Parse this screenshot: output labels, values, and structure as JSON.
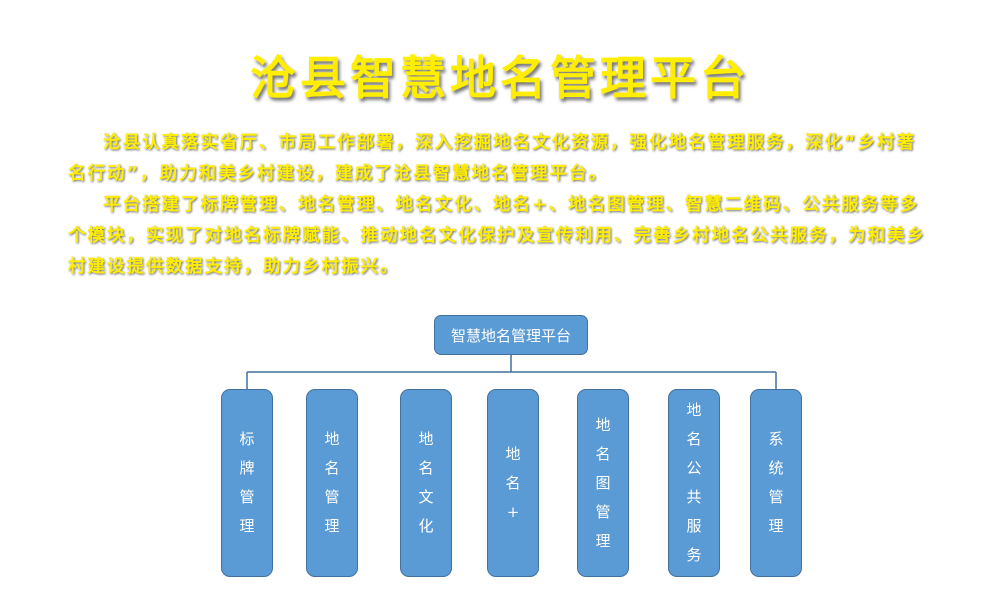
{
  "title": "沧县智慧地名管理平台",
  "intro": {
    "paragraph1": "沧县认真落实省厅、市局工作部署，深入挖掘地名文化资源，强化地名管理服务，深化“乡村著名行动”，助力和美乡村建设，建成了沧县智慧地名管理平台。",
    "paragraph2": "平台搭建了标牌管理、地名管理、地名文化、地名+、地名图管理、智慧二维码、公共服务等多个模块，实现了对地名标牌赋能、推动地名文化保护及宣传利用、完善乡村地名公共服务，为和美乡村建设提供数据支持，助力乡村振兴。"
  },
  "diagram": {
    "root": "智慧地名管理平台",
    "children": [
      "标牌管理",
      "地名管理",
      "地名文化",
      "地名+",
      "地名图管理",
      "地名公共服务",
      "系统管理"
    ]
  },
  "colors": {
    "title": "#ffee00",
    "box_fill": "#5b9bd5",
    "box_border": "#41719c",
    "line": "#41719c"
  }
}
